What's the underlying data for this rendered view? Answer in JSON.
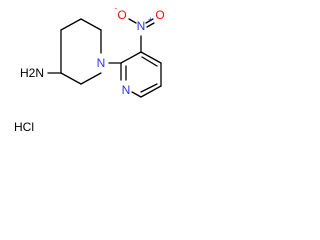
{
  "molecule": {
    "atoms": {
      "amine_group": "H2N",
      "ring_nitrogen": "N",
      "pyridine_nitrogen": "N",
      "nitro_nitrogen": "N",
      "nitro_charge": "+",
      "nitro_oxygen_single": "O",
      "nitro_oxygen_single_charge": "-",
      "nitro_oxygen_double": "O"
    },
    "salt": "HCl"
  },
  "colors": {
    "bond": "#000000",
    "carbon_label": "#000000",
    "nitrogen": "#3333ff",
    "oxygen": "#ff0d0d"
  }
}
